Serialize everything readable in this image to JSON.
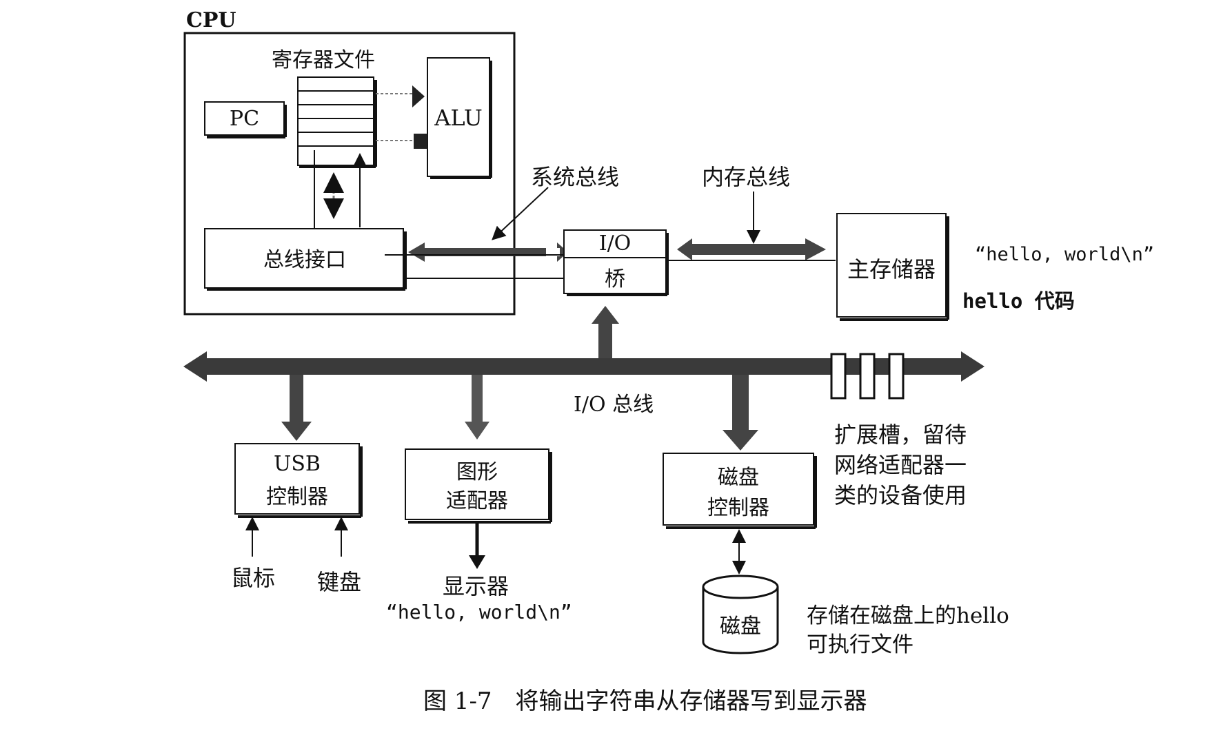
{
  "cpu": {
    "title": "CPU",
    "register_file": "寄存器文件",
    "pc": "PC",
    "alu": "ALU",
    "bus_interface": "总线接口"
  },
  "buses": {
    "system_bus": "系统总线",
    "memory_bus": "内存总线",
    "io_bus": "I/O 总线"
  },
  "io_bridge": {
    "line1": "I/O",
    "line2": "桥"
  },
  "main_memory": {
    "label": "主存储器",
    "string": "“hello, world\\n”",
    "code": "hello 代码"
  },
  "usb": {
    "line1": "USB",
    "line2": "控制器",
    "mouse": "鼠标",
    "keyboard": "键盘"
  },
  "graphics": {
    "line1": "图形",
    "line2": "适配器",
    "display": "显示器",
    "output": "“hello, world\\n”"
  },
  "disk_controller": {
    "line1": "磁盘",
    "line2": "控制器"
  },
  "disk": {
    "label": "磁盘",
    "desc1": "存储在磁盘上的hello",
    "desc2": "可执行文件"
  },
  "expansion": {
    "line1": "扩展槽，留待",
    "line2": "网络适配器一",
    "line3": "类的设备使用"
  },
  "caption": "图 1-7　将输出字符串从存储器写到显示器"
}
